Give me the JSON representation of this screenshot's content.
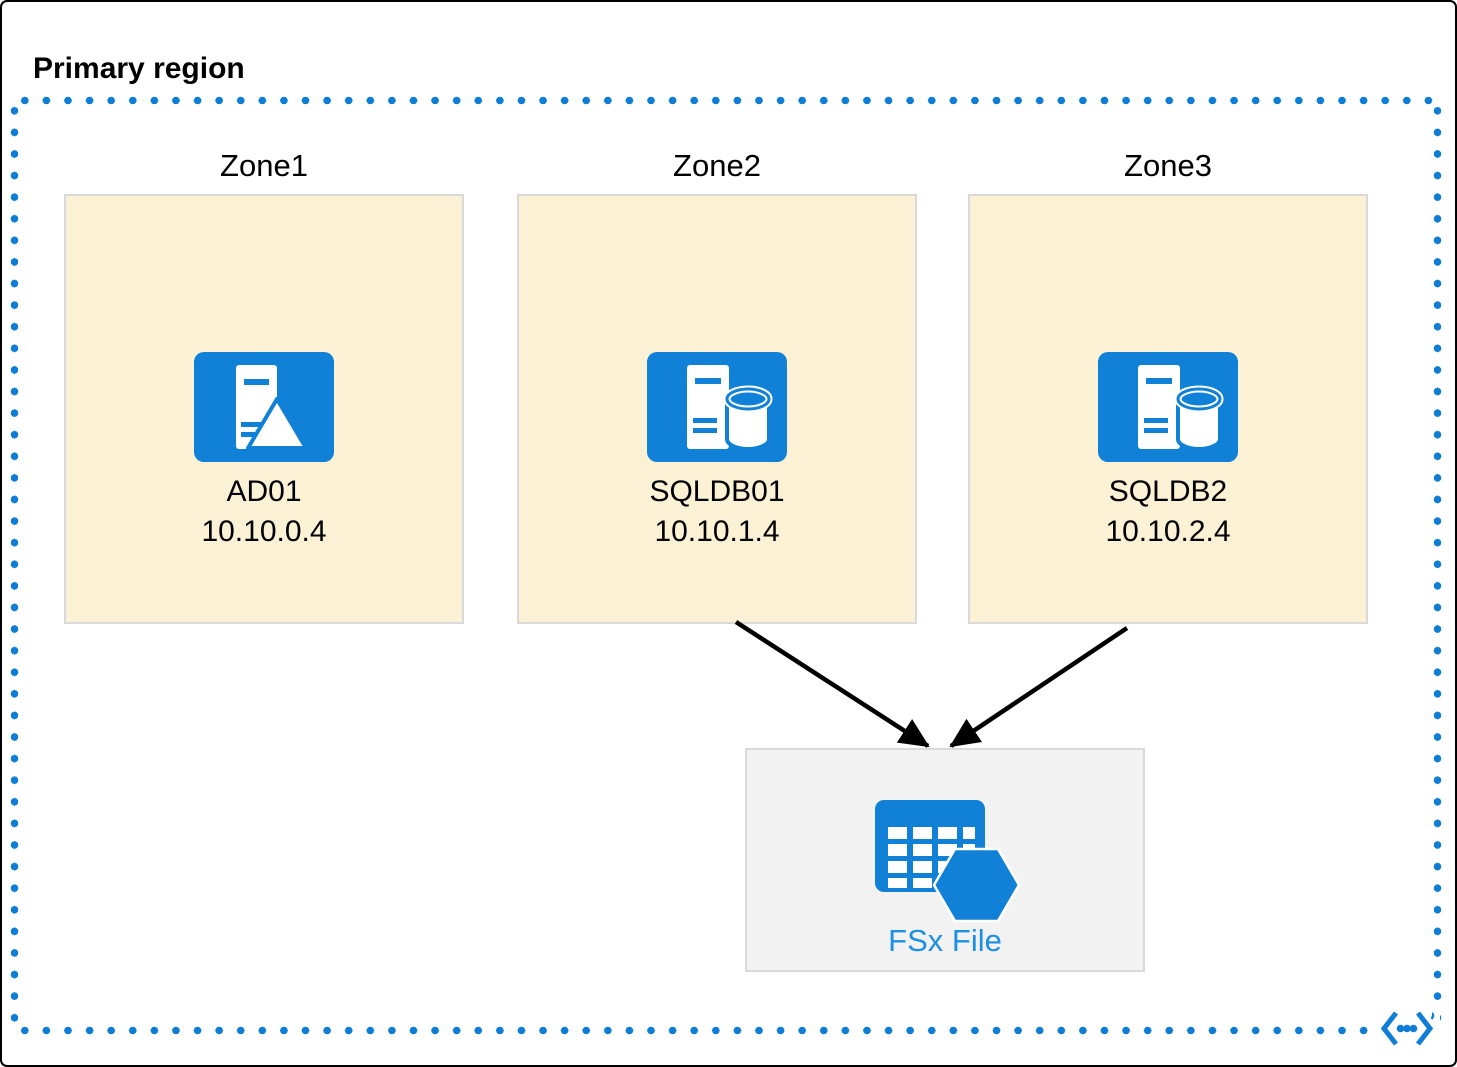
{
  "diagram": {
    "title": "Primary region",
    "zones": [
      {
        "label": "Zone1",
        "node": {
          "name": "AD01",
          "ip": "10.10.0.4",
          "icon": "ad-server-icon"
        }
      },
      {
        "label": "Zone2",
        "node": {
          "name": "SQLDB01",
          "ip": "10.10.1.4",
          "icon": "sql-server-icon"
        }
      },
      {
        "label": "Zone3",
        "node": {
          "name": "SQLDB2",
          "ip": "10.10.2.4",
          "icon": "sql-server-icon"
        }
      }
    ],
    "file_share": {
      "label": "FSx File",
      "icon": "fsx-file-share-icon"
    },
    "connections": [
      {
        "from": "SQLDB01",
        "to": "FSx File"
      },
      {
        "from": "SQLDB2",
        "to": "FSx File"
      }
    ],
    "corner_icon": "virtual-network-icon",
    "colors": {
      "accent_blue": "#0d7dd6",
      "icon_blue": "#1081d6",
      "fsx_label_blue": "#1b90e4",
      "zone_fill": "#fbf1d4",
      "zone_border": "#d9d9d9",
      "fsx_fill": "#f2f2f2",
      "arrow": "#000000",
      "text": "#000000"
    }
  }
}
